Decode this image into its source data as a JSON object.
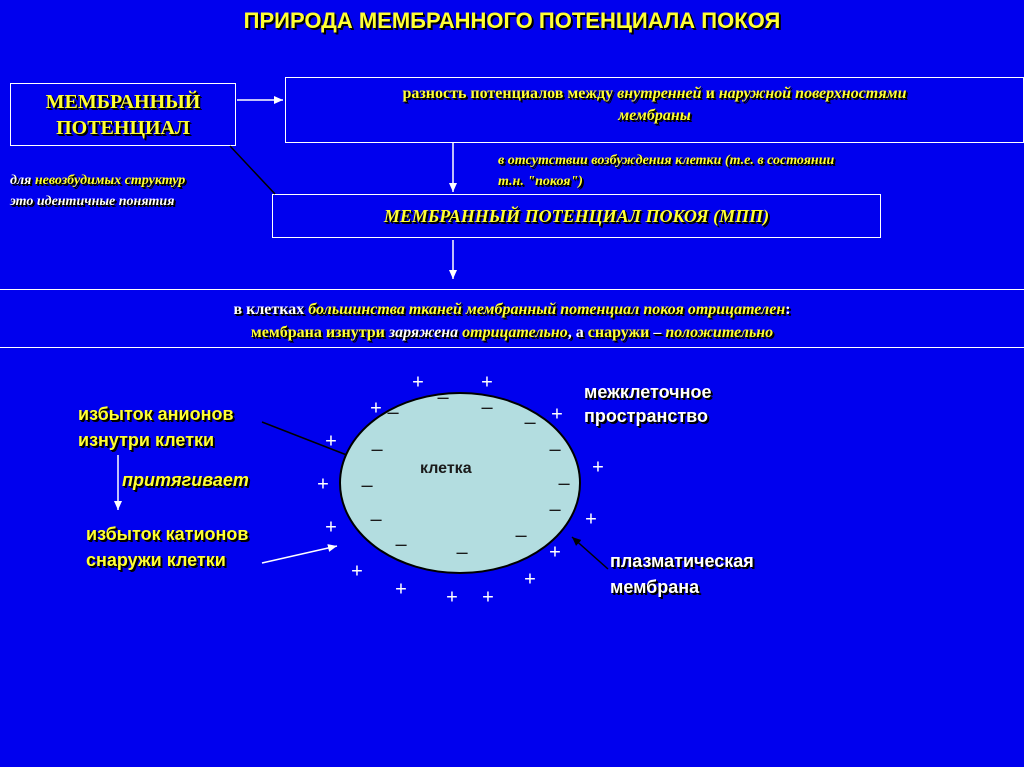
{
  "title": "ПРИРОДА МЕМБРАННОГО ПОТЕНЦИАЛА ПОКОЯ",
  "mp_box": {
    "line1": "МЕМБРАННЫЙ",
    "line2": "ПОТЕНЦИАЛ"
  },
  "definition": {
    "p1": "разность потенциалов между ",
    "inner": "внутренней",
    "p2": " и ",
    "outer": "наружной поверхностями",
    "p3": "мембраны"
  },
  "note_left": {
    "p1": "для ",
    "nonexcitable": "невозбудимых структур",
    "line2": "это идентичные понятия"
  },
  "note_right": {
    "line1": "в отсутствии возбуждения клетки (т.е. в состоянии",
    "line2": "т.н. \"покоя\")"
  },
  "mpp_box": "МЕМБРАННЫЙ ПОТЕНЦИАЛ ПОКОЯ (МПП)",
  "statement": {
    "l1a": "в клетках ",
    "l1b": "большинства тканей",
    "l1c": " мембранный потенциал покоя отрицателен",
    "l1d": ":",
    "l2a": "мембрана изнутри",
    "l2b": " заряжена ",
    "l2c": "отрицательно",
    "l2d": ", а ",
    "l2e": "снаружи",
    "l2f": " – ",
    "l2g": "положительно"
  },
  "diagram": {
    "cell_label": "клетка",
    "intercellular": [
      "межклеточное",
      "пространство"
    ],
    "membrane": [
      "плазматическая",
      "мембрана"
    ],
    "anions": [
      "избыток анионов",
      "изнутри клетки"
    ],
    "attracts": "притягивает",
    "cations": [
      "избыток катионов",
      "снаружи клетки"
    ],
    "plus": "+",
    "minus": "–",
    "cell_fill": "#b3dde0"
  }
}
